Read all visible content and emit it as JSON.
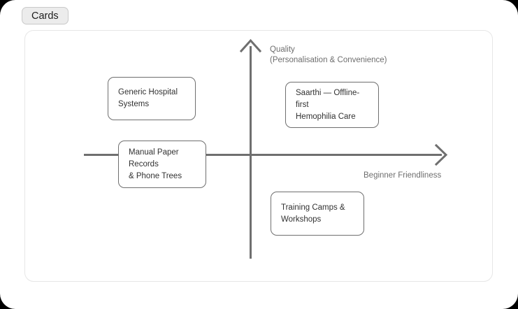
{
  "tab": {
    "label": "Cards"
  },
  "chart_data": {
    "type": "scatter",
    "title": "",
    "xlabel": "Beginner Friendliness",
    "ylabel": "Quality\n(Personalisation & Convenience)",
    "ylabel_line1": "Quality",
    "ylabel_line2": "(Personalisation & Convenience)",
    "grid": false,
    "legend": "none",
    "axis_style": "two-axis-quadrant-arrows",
    "items": [
      {
        "label": "Generic Hospital Systems",
        "quadrant": "top-left",
        "x": "low",
        "y": "high"
      },
      {
        "label": "Saarthi — Offline-first Hemophilia Care",
        "quadrant": "top-right",
        "x": "high",
        "y": "high"
      },
      {
        "label": "Manual Paper Records & Phone Trees",
        "quadrant": "left-on-axis",
        "x": "low",
        "y": "low"
      },
      {
        "label": "Training Camps & Workshops",
        "quadrant": "bottom-right",
        "x": "high",
        "y": "low"
      }
    ]
  },
  "cards": {
    "generic_hospital_systems": "Generic Hospital\nSystems",
    "saarthi": "Saarthi — Offline-first\nHemophilia Care",
    "manual_paper_records": "Manual Paper Records\n& Phone Trees",
    "training_camps": "Training Camps &\nWorkshops"
  },
  "colors": {
    "page_background": "#000000",
    "window_background": "#ffffff",
    "panel_border": "#e6e6e6",
    "axis": "#6f6f6f",
    "card_border": "#6f6f6f",
    "card_text": "#323232",
    "axis_label_text": "#6e6e6e",
    "tab_background": "#ececec",
    "tab_border": "#c9c9c9",
    "tab_text": "#1d1d1d"
  }
}
